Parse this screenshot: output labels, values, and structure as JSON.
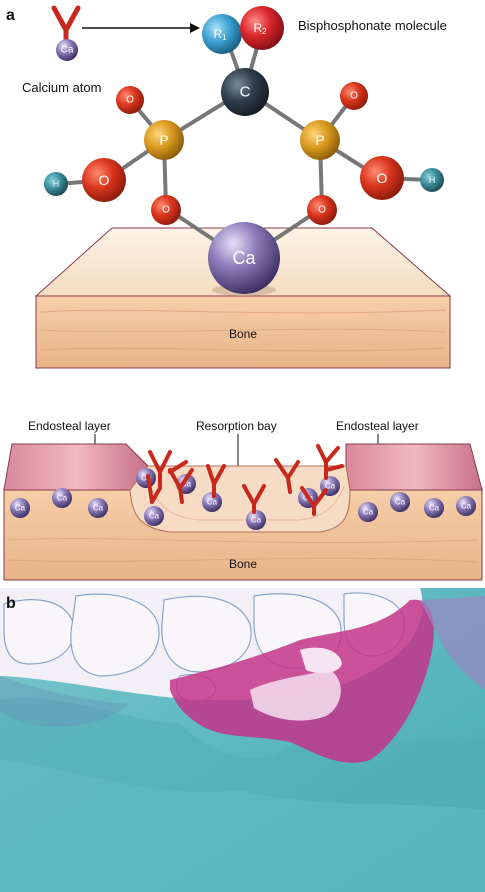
{
  "panel_a": {
    "letter": "a",
    "legend_atom": "Ca",
    "legend_label": "Calcium atom",
    "molecule_label": "Bisphosphonate molecule",
    "atoms": {
      "r1": "R",
      "r1_sub": "1",
      "r2": "R",
      "r2_sub": "2",
      "carbon": "C",
      "phosphorus": "P",
      "oxygen": "O",
      "hydrogen": "H",
      "calcium": "Ca"
    },
    "bone_label": "Bone",
    "colors": {
      "oxygen": "#d9341c",
      "phosphorus": "#d99a1e",
      "carbon": "#2f3d4c",
      "hydrogen": "#3a8c9a",
      "r1": "#3aa0d0",
      "r2": "#d8262a",
      "calcium": "#7a6aa8",
      "bisphosphonate": "#c8281c",
      "bone": "#f2c9a4"
    }
  },
  "panel_a2": {
    "endosteal_left": "Endosteal layer",
    "resorption_bay": "Resorption bay",
    "endosteal_right": "Endosteal layer",
    "bone_label": "Bone",
    "ca": "Ca"
  },
  "panel_b": {
    "letter": "b"
  }
}
